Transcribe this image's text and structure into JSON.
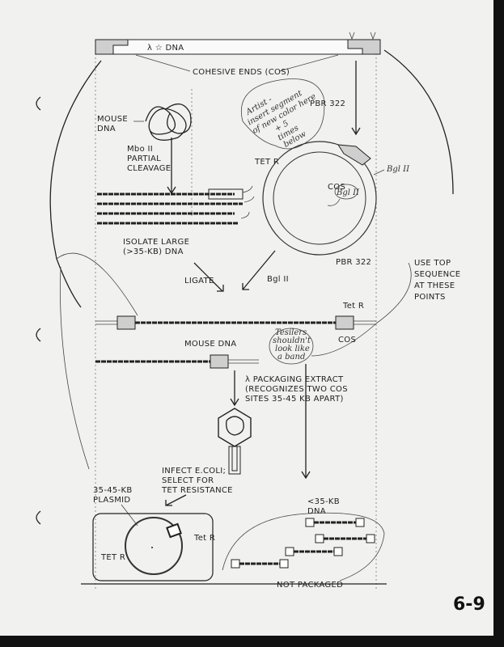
{
  "labels": {
    "lambda_dna": "λ ☆ DNA",
    "cohesive_ends": "COHESIVE ENDS (COS)",
    "pbr322_top": "PBR 322",
    "mouse_dna_1": "MOUSE",
    "mouse_dna_2": "DNA",
    "mbo_1": "Mbo II",
    "mbo_2": "PARTIAL",
    "mbo_3": "CLEAVAGE",
    "tetr_plasmid": "TET R",
    "cos_plasmid": "COS",
    "bgl_outer": "Bgl II",
    "bgl_inner": "Bgl II",
    "isolate_1": "ISOLATE LARGE",
    "isolate_2": "(>35-KB) DNA",
    "ligate": "LIGATE",
    "bgl_arrow": "Bgl II",
    "pbr322_bottom": "PBR 322",
    "use_top_1": "USE TOP",
    "use_top_2": "SEQUENCE",
    "use_top_3": "AT THESE",
    "use_top_4": "POINTS",
    "tetr_ligated": "Tet R",
    "mouse_dna_ligated": "MOUSE DNA",
    "cos_ligated": "COS",
    "packaging_1": "λ PACKAGING EXTRACT",
    "packaging_2": "(RECOGNIZES TWO COS",
    "packaging_3": "SITES 35-45 KB APART)",
    "infect_1": "INFECT E.COLI;",
    "infect_2": "SELECT FOR",
    "infect_3": "TET RESISTANCE",
    "plasmid_1": "35-45-KB",
    "plasmid_2": "PLASMID",
    "tetr_left": "TET R",
    "tetr_right": "Tet R",
    "small_dna_1": "<35-KB",
    "small_dna_2": "DNA",
    "not_packaged": "NOT PACKAGED",
    "page_number": "6-9"
  },
  "notes": {
    "artist_1": "Artist -",
    "artist_2": "insert segment",
    "artist_3": "of new color here",
    "artist_4": "+ 5",
    "artist_5": "times",
    "artist_6": "below",
    "band_1": "Tesilers",
    "band_2": "shouldn't",
    "band_3": "look like",
    "band_4": "a band"
  }
}
